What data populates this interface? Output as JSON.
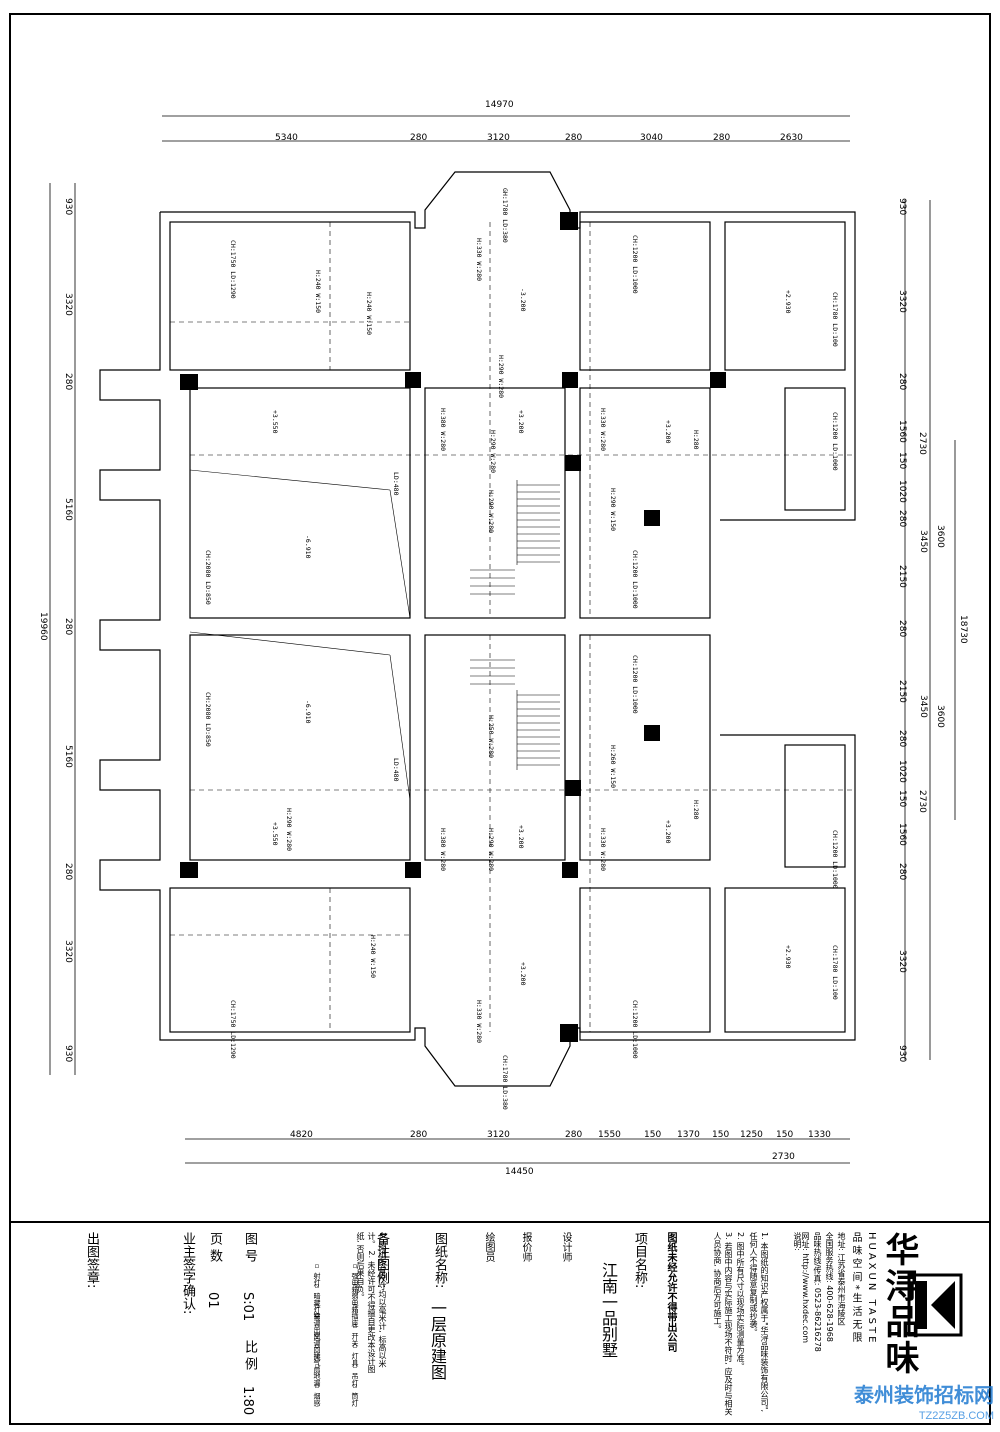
{
  "dims": {
    "top_total": "14970",
    "top_segments": [
      "5340",
      "280",
      "3120",
      "280",
      "3040",
      "280",
      "2630"
    ],
    "bottom_segments": [
      "4820",
      "280",
      "3120",
      "280",
      "1550",
      "150",
      "1370",
      "150",
      "1250",
      "150",
      "1330"
    ],
    "bottom_sub": "2730",
    "bottom_total": "14450",
    "left_total": "19960",
    "left_segments": [
      "930",
      "3320",
      "280",
      "5160",
      "280",
      "5160",
      "280",
      "3320",
      "930"
    ],
    "right_segments": [
      "930",
      "3320",
      "280",
      "1560",
      "150",
      "1020",
      "280",
      "2150",
      "280",
      "2150",
      "280",
      "1020",
      "150",
      "1560",
      "280",
      "3320",
      "930"
    ],
    "right_total": "18730",
    "right_sub": [
      "2730",
      "3600",
      "3450",
      "3450",
      "3600",
      "2730"
    ]
  },
  "plan_labels": {
    "windows": [
      "CH:1750 LD:1290",
      "GH:1780 LD:380",
      "CH:1200 LD:1000",
      "CH:1780 LD:100",
      "CH:1200 LD:1000",
      "CH:2080 LD:850",
      "CH:1200 LD:1000",
      "CH:1200 LD:1000",
      "CH:2080 LD:850",
      "CH:1200 LD:1000",
      "CH:1750 LD:1290",
      "CH:1780 LD:380",
      "CH:1200 LD:1000",
      "CH:1780 LD:100"
    ],
    "beams": [
      "H:240 W:150",
      "H:240 W:150",
      "H:330 W:280",
      "H:290 W:280",
      "H:380 W:280",
      "H:290 W:280",
      "H:290 W:280",
      "H:330 W:280",
      "H:280",
      "H:290 W:150",
      "H:250 W:280",
      "H:260 W:150",
      "H:280",
      "H:330 W:280",
      "H:290 W:280",
      "H:380 W:280",
      "H:290 W:280",
      "H:240 W:150",
      "H:330 W:280"
    ],
    "levels": [
      "-3.200",
      "+2.930",
      "+3.550",
      "+3.200",
      "+3.200",
      "-6.910",
      "-6.910",
      "+3.550",
      "+3.200",
      "+3.200",
      "+3.200",
      "+2.930"
    ],
    "doors": [
      "LD:480",
      "LD:480"
    ]
  },
  "title_block": {
    "sign_label": "出图签章:",
    "owner_confirm": "业主签字确认:",
    "drawing_no_label": "图  号",
    "drawing_no": "S:01",
    "scale_label": "比  例",
    "scale": "1:80",
    "pages_label": "页  数",
    "pages": "01",
    "legend_title": "备注图例:",
    "legend_note": "1. 图纸所有尺寸均以毫米计, 标高以米计。 2. 未经许可不得擅自更改本设计图纸, 否则后果自负。",
    "legend_items": [
      "强电箱",
      "弱电箱",
      "插座",
      "开关",
      "灯具",
      "吊灯",
      "筒灯",
      "射灯",
      "暗藏灯带",
      "空调出风",
      "空调回风",
      "排气扇",
      "地漏",
      "烟感"
    ],
    "drawing_name_label": "图纸名称:",
    "drawing_name": "一层原建图",
    "roles": [
      "设计师",
      "报价师",
      "绘图员"
    ],
    "project_label": "项目名称:",
    "project_name": "江南一品别墅",
    "copyright_warning": "图纸未经允许不得带出公司",
    "notes_heading": "说明:",
    "notes": [
      "1. 本图纸的知识产权属于\"华浔品味装饰有限公司\", 任何人不得随意复制或抄袭。",
      "2. 图中所有尺寸以现场实际测量为准。",
      "3. 若图中内容与实际施工现场不符时, 应及时与相关人员协商, 协商后方可施工。"
    ],
    "company_address": "地址: 江苏省泰州市海陵区",
    "service_hotline": "全国服务热线: 400-628-1968",
    "brand_hotline": "品味热线/传真: 0523-86216278",
    "website": "网址: http://www.hxdec.com",
    "slogan": "品 味 空 间  *  生 活 无 限",
    "brand_cn": "华浔品味",
    "brand_en": "HUAXUN TASTE"
  },
  "watermark": {
    "text": "泰州装饰招标网",
    "url": "TZ2Z5ZB.COM"
  }
}
